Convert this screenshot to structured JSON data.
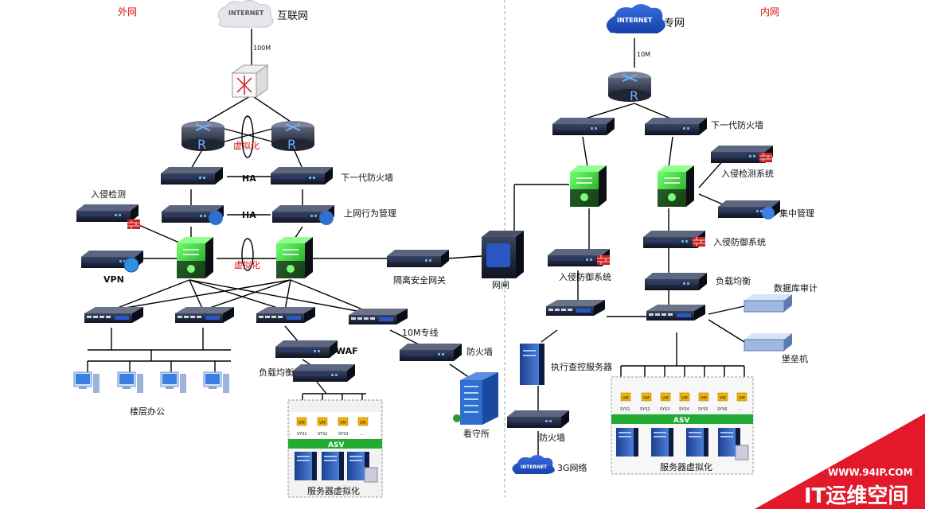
{
  "zones": {
    "outer": "外网",
    "inner": "内网"
  },
  "left": {
    "internet_cloud": "INTERNET",
    "internet_label": "互联网",
    "link_speed": "100M",
    "virtualization_top": "虚拟化",
    "virtualization_mid": "虚拟化",
    "ha1": "HA",
    "ha2": "HA",
    "ngfw": "下一代防火墙",
    "behavior": "上网行为管理",
    "ids": "入侵检测",
    "vpn": "VPN",
    "isolation_gateway": "隔离安全网关",
    "gap": "网闸",
    "dedicated_line": "10M专线",
    "firewall": "防火墙",
    "detention": "看守所",
    "waf": "WAF",
    "load_balance": "负载均衡",
    "floor_office": "楼层办公",
    "server_virt": "服务器虚拟化",
    "asv": "ASV",
    "vm": "VM",
    "sys": [
      "SYS1",
      "SYS2",
      "SYS3",
      "..."
    ]
  },
  "right": {
    "private_cloud": "INTERNET",
    "private_label": "专网",
    "link_speed": "10M",
    "ngfw": "下一代防火墙",
    "ids_system": "入侵检测系统",
    "central_mgmt": "集中管理",
    "ips_right": "入侵防御系统",
    "ips_left": "入侵防御系统",
    "load_balance": "负载均衡",
    "db_audit": "数据库审计",
    "bastion": "堡垒机",
    "exec_server": "执行查控服务器",
    "firewall": "防火墙",
    "net3g_cloud": "INTERNET",
    "net3g": "3G网络",
    "server_virt": "服务器虚拟化",
    "asv": "ASV",
    "vm": "VM",
    "sys": [
      "SYS1",
      "SYS2",
      "SYS3",
      "SYS4",
      "SYS5",
      "SYS6",
      "..."
    ]
  },
  "watermark": {
    "url": "WWW.94IP.COM",
    "name": "IT运维空间"
  },
  "colors": {
    "zone_label": "#dd1111",
    "switch_green": "#33cc33",
    "device_dark": "#1a1f33",
    "watermark_red": "#e2182b"
  }
}
